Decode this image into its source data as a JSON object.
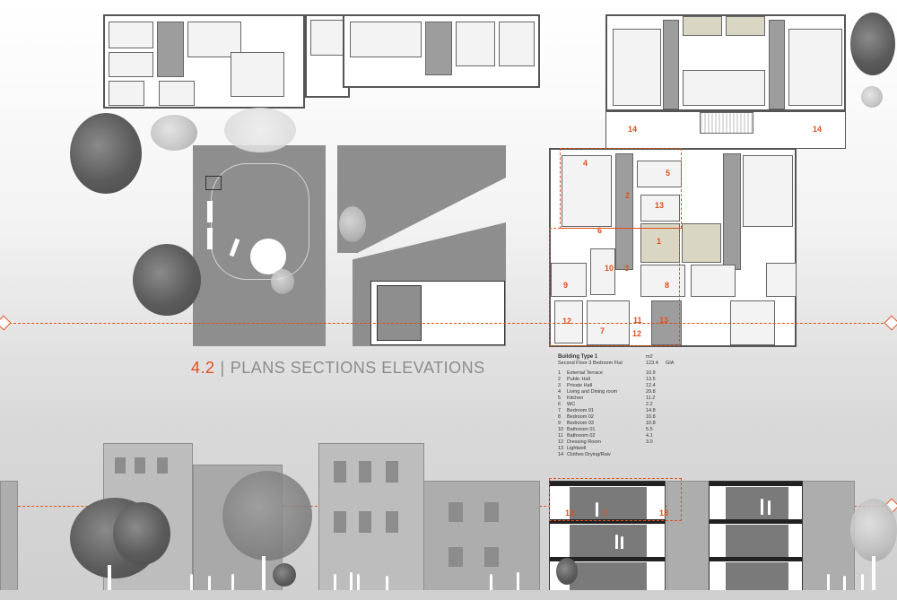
{
  "title": {
    "number": "4.2",
    "separator": "|",
    "text": "PLANS SECTIONS ELEVATIONS"
  },
  "legend": {
    "building": "Building Type 1",
    "subtitle": "Second Floor 3 Bedroom Flat",
    "unit_header": "m2",
    "total_area": "123.4",
    "total_label": "GIA",
    "rooms": [
      {
        "id": "1",
        "name": "External Terrace",
        "area": "10.9"
      },
      {
        "id": "2",
        "name": "Public Hall",
        "area": "13.5"
      },
      {
        "id": "3",
        "name": "Private Hall",
        "area": "12.4"
      },
      {
        "id": "4",
        "name": "Living and Dining room",
        "area": "29.8"
      },
      {
        "id": "5",
        "name": "Kitchen",
        "area": "11.2"
      },
      {
        "id": "6",
        "name": "WC",
        "area": "2.2"
      },
      {
        "id": "7",
        "name": "Bedroom 01",
        "area": "14.8"
      },
      {
        "id": "8",
        "name": "Bedroom 02",
        "area": "10.8"
      },
      {
        "id": "9",
        "name": "Bedroom 03",
        "area": "10.8"
      },
      {
        "id": "10",
        "name": "Bathroom 01",
        "area": "5.5"
      },
      {
        "id": "11",
        "name": "Bathroom 02",
        "area": "4.1"
      },
      {
        "id": "12",
        "name": "Dressing Room",
        "area": "3.0"
      },
      {
        "id": "13",
        "name": "Lightwell",
        "area": ""
      },
      {
        "id": "14",
        "name": "Clothes Drying/Raiv",
        "area": ""
      }
    ]
  },
  "plan_labels": {
    "terrace_left": "14",
    "terrace_right": "14",
    "living": "4",
    "kitchen": "5",
    "public_hall": "2",
    "lightwell": "13",
    "wc": "6",
    "terrace": "1",
    "private_hall": "3",
    "bath": "10",
    "bedroom3": "9",
    "bedroom2": "8",
    "dressing": "12",
    "bedroom1": "7",
    "bath2": "11",
    "dressing2": "12",
    "lightwell2": "13"
  },
  "section_labels": {
    "left": "13",
    "mid": "7",
    "right": "13"
  },
  "colors": {
    "accent": "#e0501c",
    "title_gray": "#8b8b8b",
    "park_gray": "#8e8e8e"
  }
}
